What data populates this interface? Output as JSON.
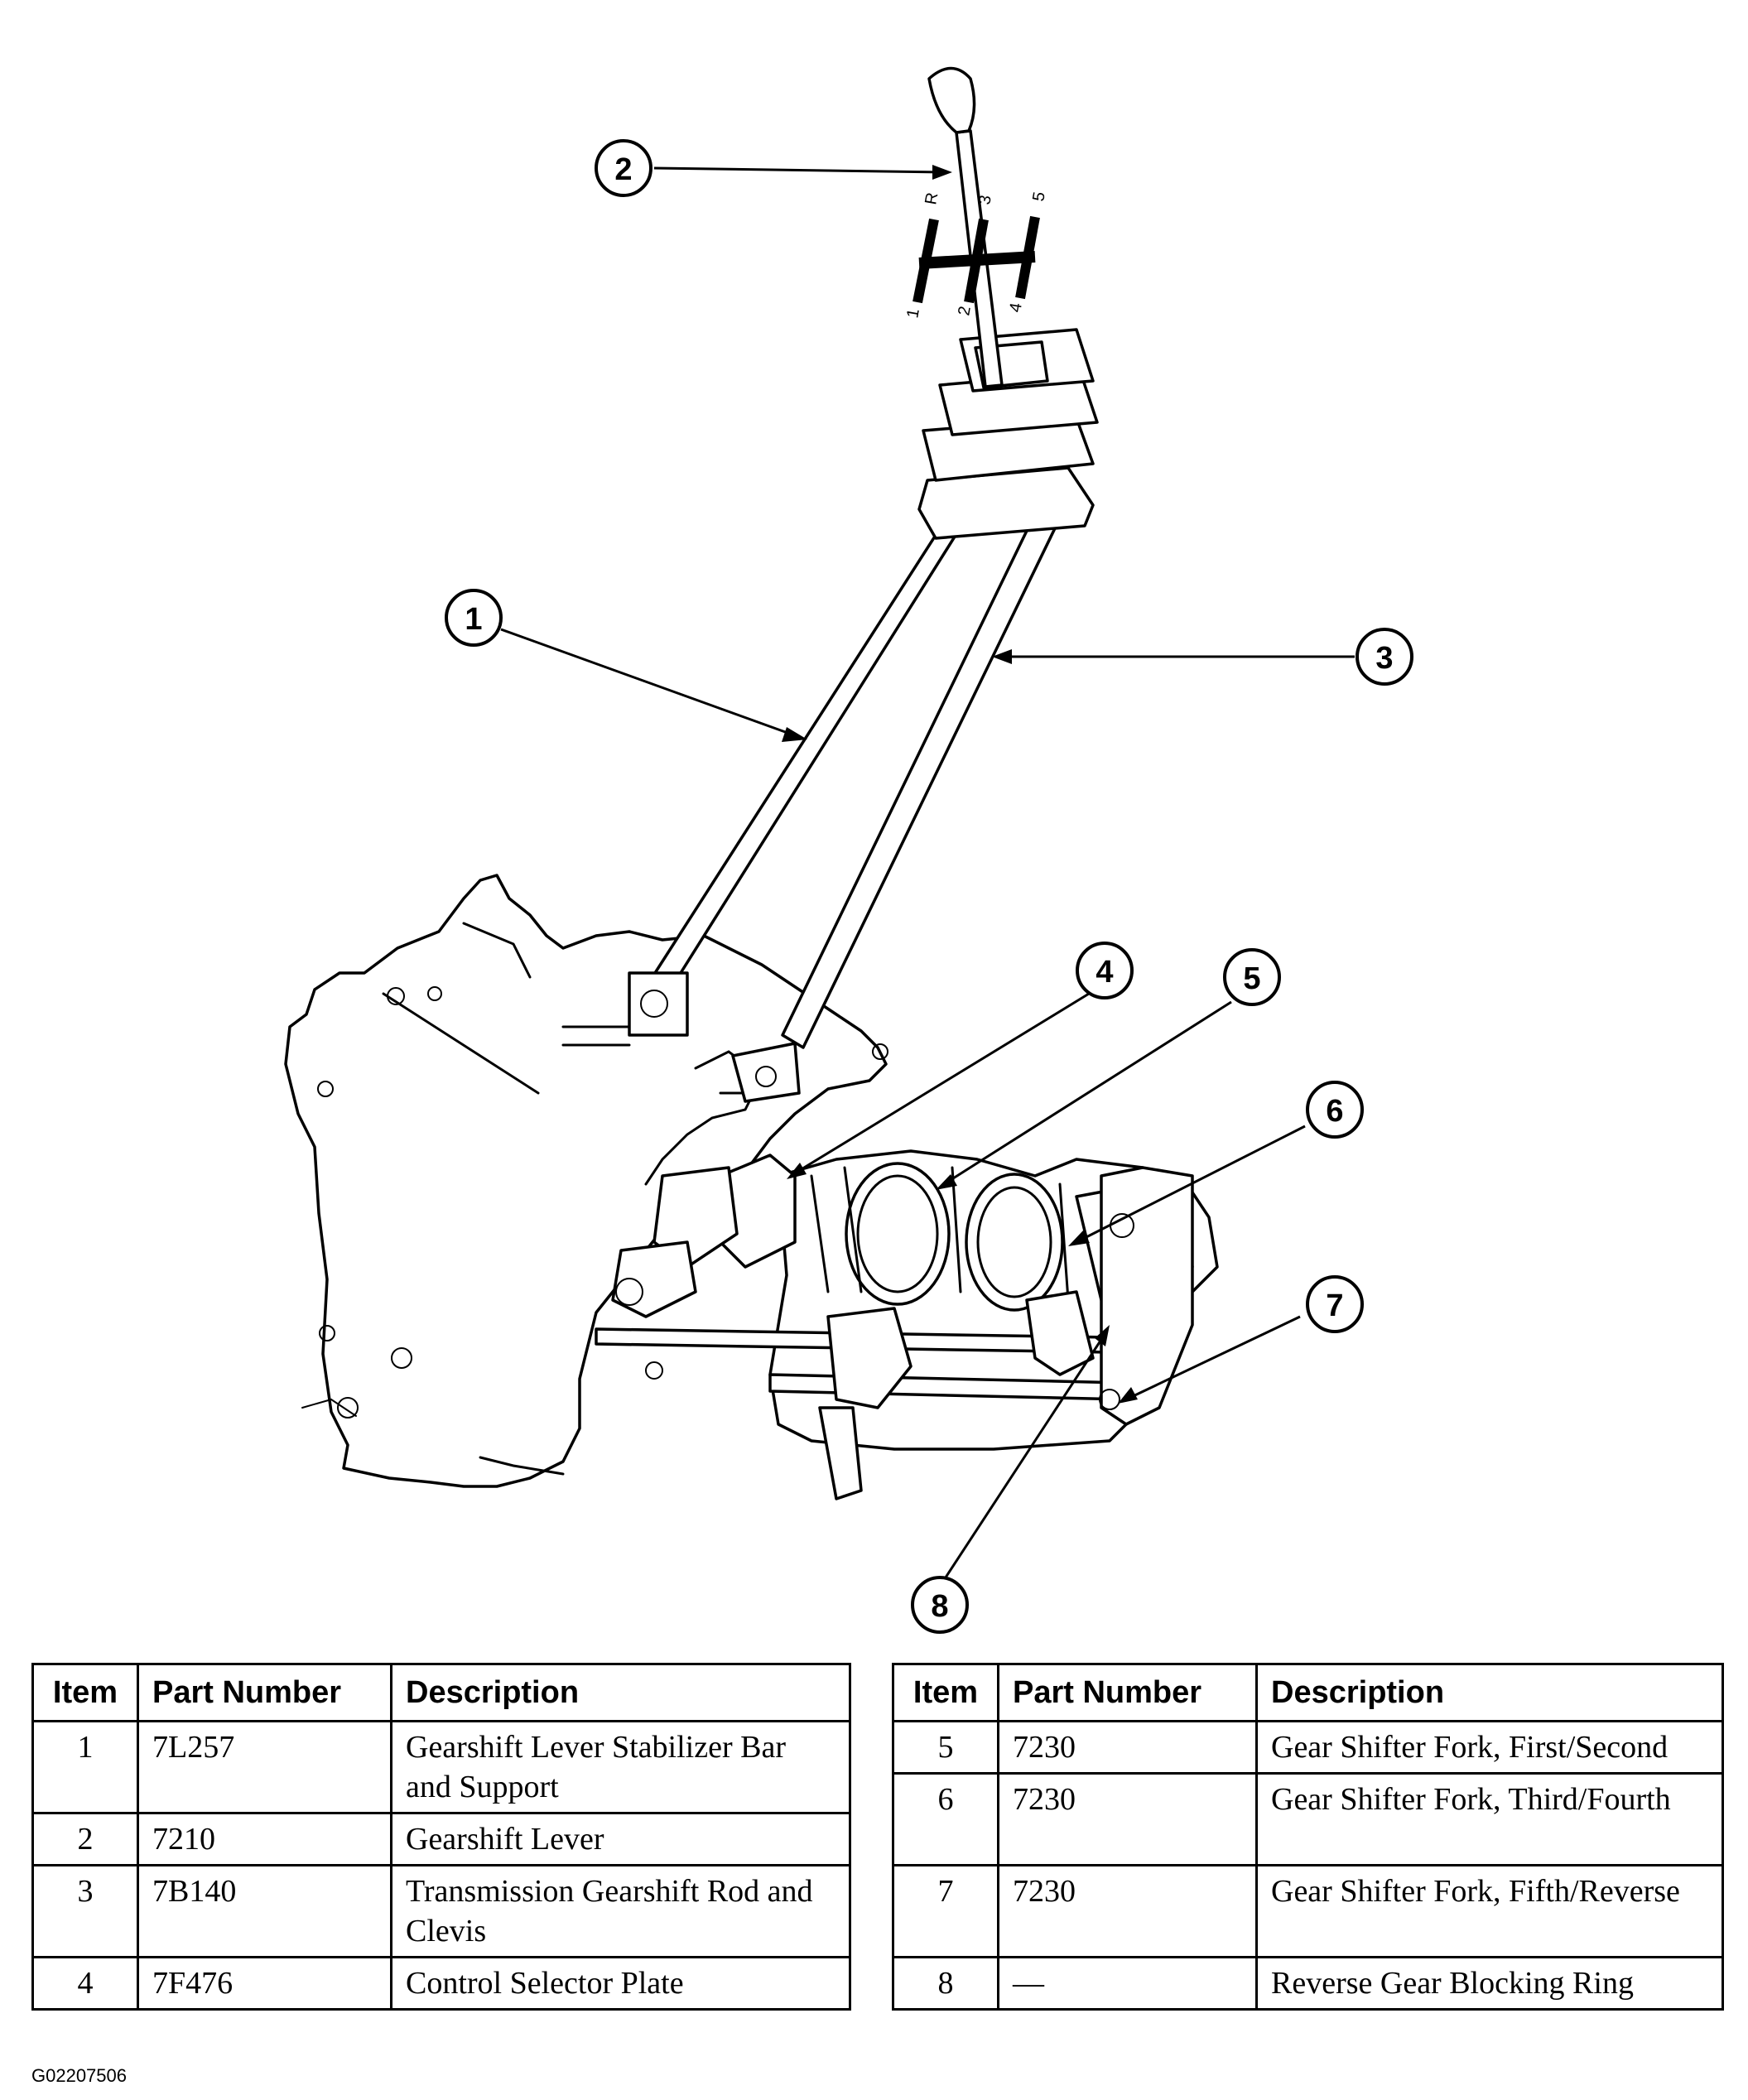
{
  "callouts": {
    "c1": "1",
    "c2": "2",
    "c3": "3",
    "c4": "4",
    "c5": "5",
    "c6": "6",
    "c7": "7",
    "c8": "8"
  },
  "shift_pattern": {
    "r": "R",
    "g1": "1",
    "g2": "2",
    "g3": "3",
    "g4": "4",
    "g5": "5"
  },
  "table_left": {
    "headers": {
      "item": "Item",
      "part": "Part Number",
      "desc": "Description"
    },
    "rows": [
      {
        "item": "1",
        "part": "7L257",
        "desc": "Gearshift Lever Stabilizer Bar and Support"
      },
      {
        "item": "2",
        "part": "7210",
        "desc": "Gearshift Lever"
      },
      {
        "item": "3",
        "part": "7B140",
        "desc": "Transmission Gearshift Rod and Clevis"
      },
      {
        "item": "4",
        "part": "7F476",
        "desc": "Control Selector Plate"
      }
    ]
  },
  "table_right": {
    "headers": {
      "item": "Item",
      "part": "Part Number",
      "desc": "Description"
    },
    "rows": [
      {
        "item": "5",
        "part": "7230",
        "desc": "Gear Shifter Fork, First/Second"
      },
      {
        "item": "6",
        "part": "7230",
        "desc": "Gear Shifter Fork, Third/Fourth"
      },
      {
        "item": "7",
        "part": "7230",
        "desc": "Gear Shifter Fork, Fifth/Reverse"
      },
      {
        "item": "8",
        "part": "—",
        "desc": "Reverse Gear Blocking Ring"
      }
    ]
  },
  "figure_code": "G02207506"
}
